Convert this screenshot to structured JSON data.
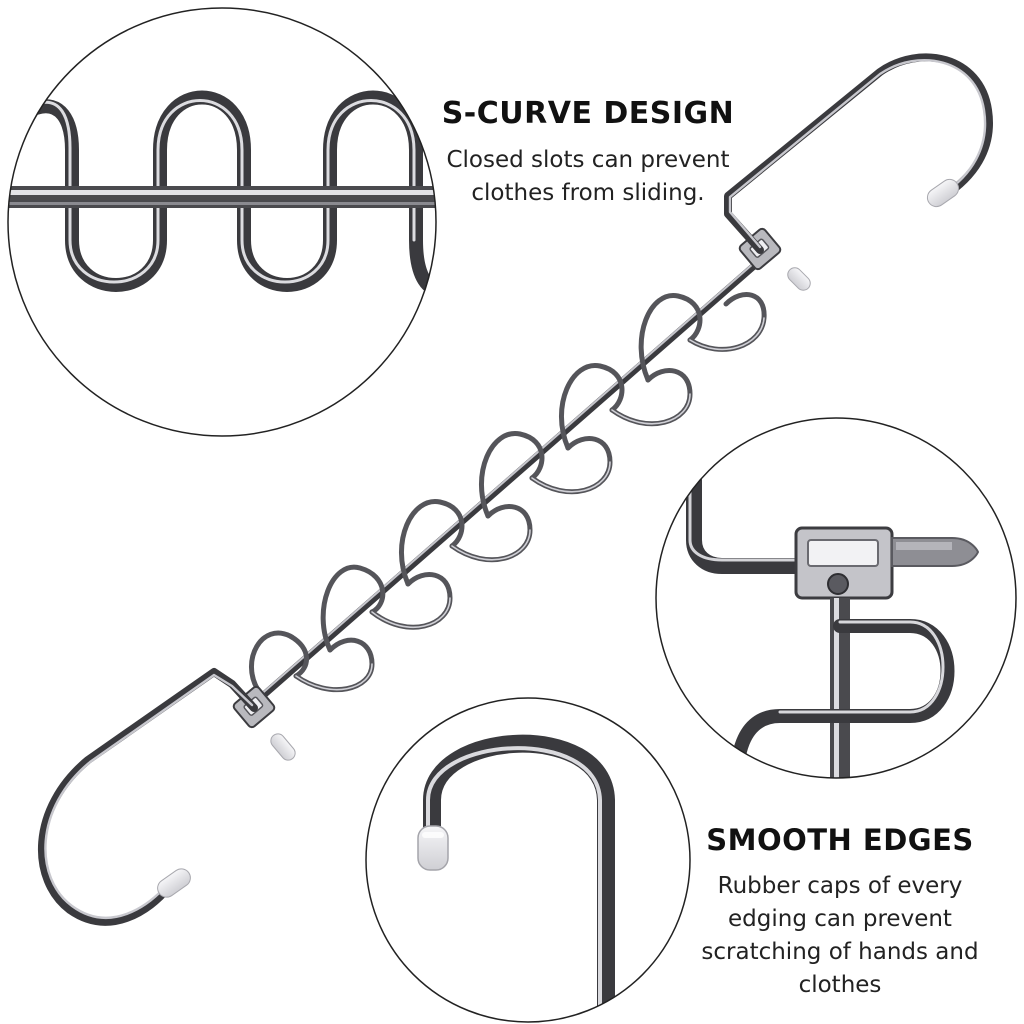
{
  "features": [
    {
      "heading": "S-CURVE DESIGN",
      "description": "Closed slots can prevent clothes from sliding."
    },
    {
      "heading": "SMOOTH EDGES",
      "description": "Rubber caps of every edging can prevent scratching of hands and clothes"
    }
  ],
  "colors": {
    "background": "#ffffff",
    "steel_dark": "#3a3a3e",
    "steel_mid": "#8c8c92",
    "steel_light": "#d8d8dc",
    "rubber_cap": "#e8e8ea",
    "circle_outline": "#222222",
    "text": "#111111"
  }
}
